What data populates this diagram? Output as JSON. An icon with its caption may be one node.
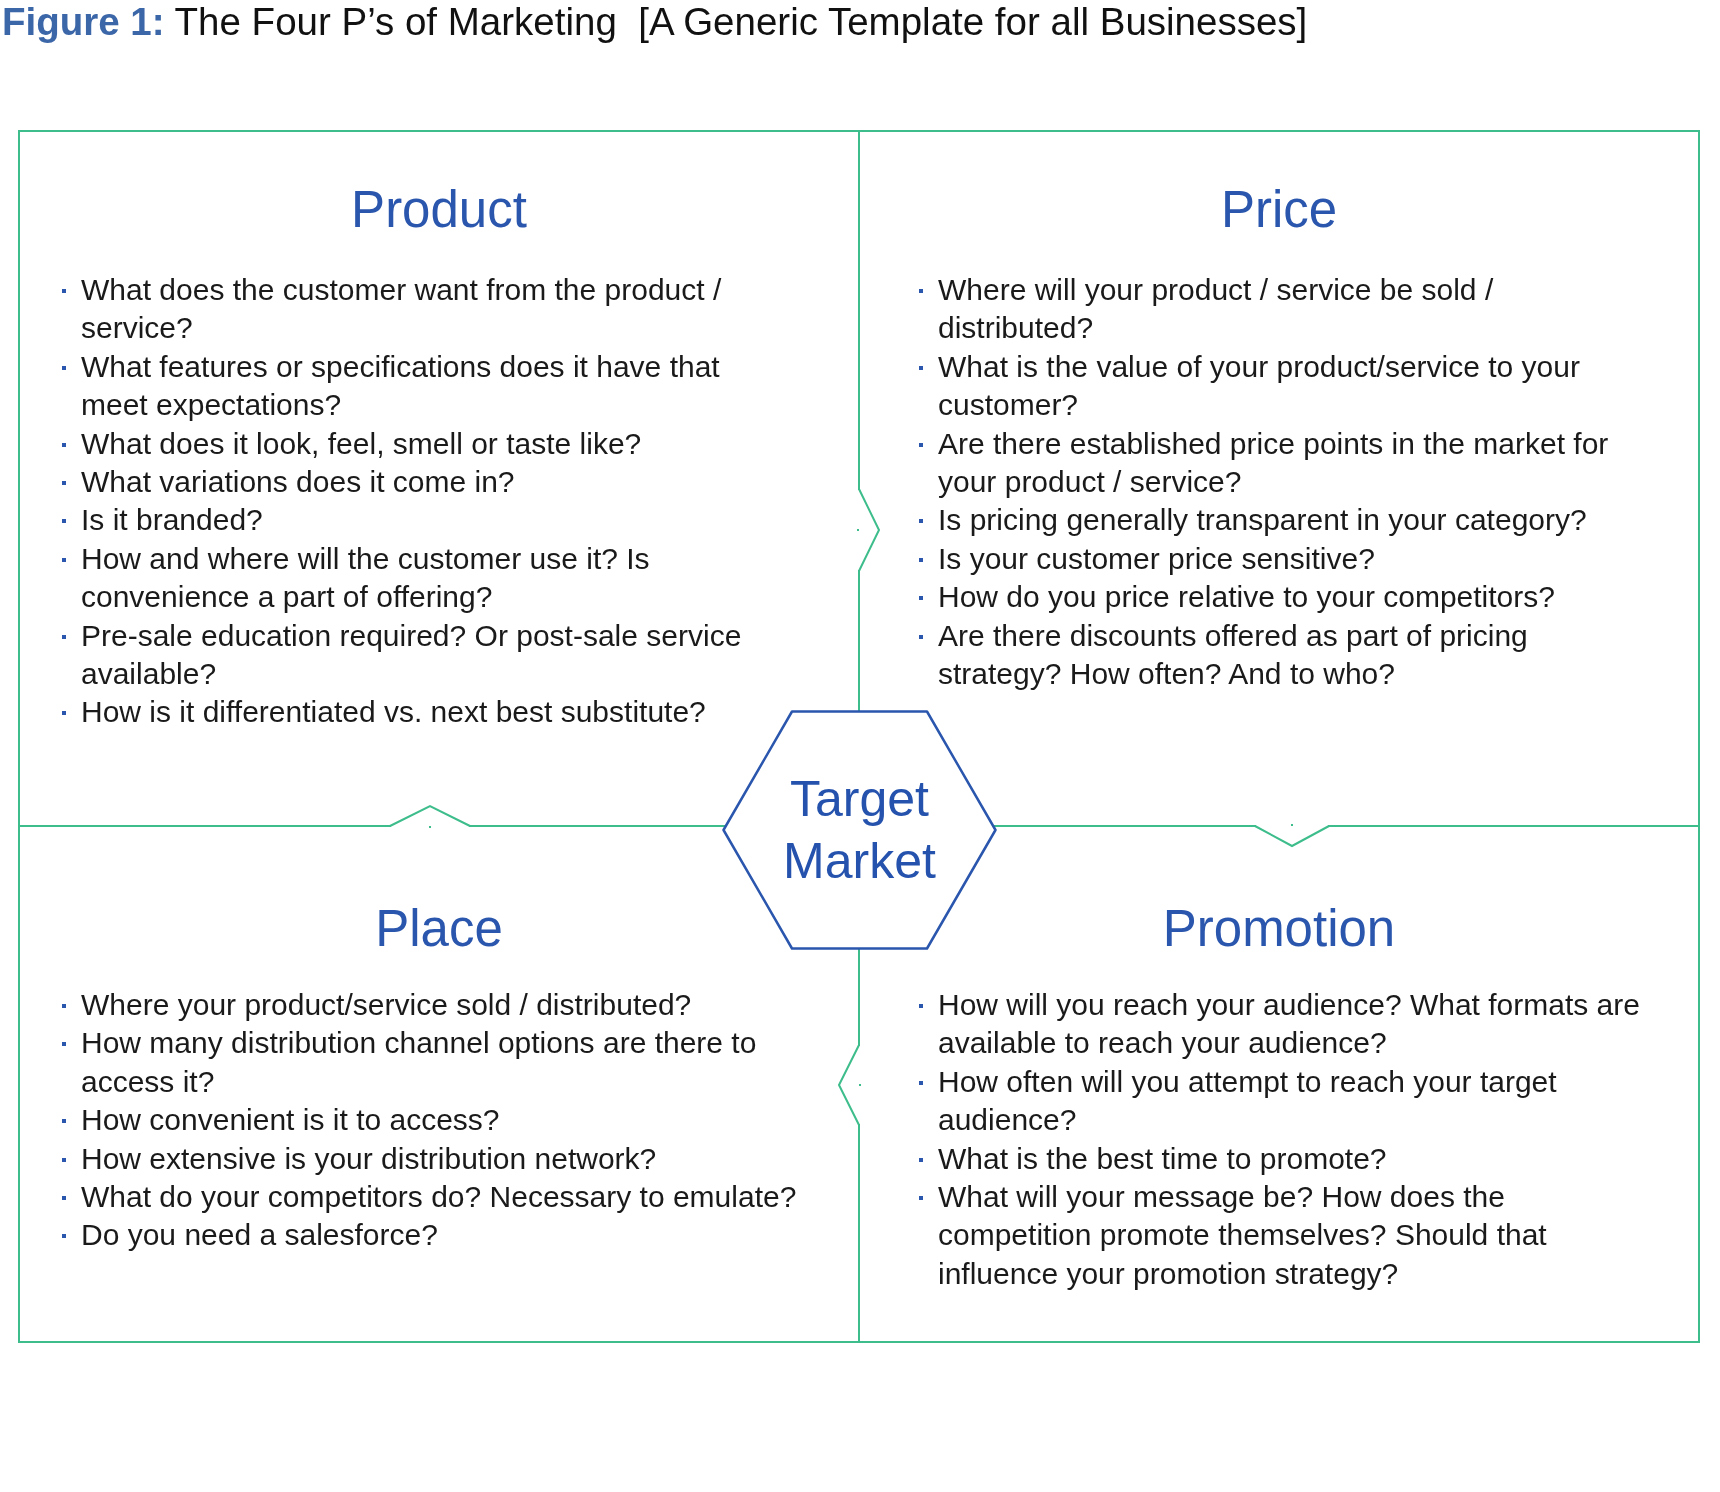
{
  "diagram": {
    "title": "**Figure 1:** The Four P’s of Marketing  [A Generic Template for all Businesses]",
    "nodes": [
      {
        "text": [
          "Product",
          "What does the customer want from the product / service?",
          "What features or specifications does it have that meet expectations?",
          "What does it look, feel, smell or taste like?",
          "What variations does it come in?",
          "Is it branded?",
          "How and where will the customer use it? Is convenience a part of offering?",
          "Pre-sale education required? Or post-sale service available?",
          "How is it differentiated vs. next best substitute?"
        ]
      },
      {
        "text": [
          "Price",
          "Where will your product / service be sold / distributed?",
          "What is the value of your product/service to your customer?",
          "Are there established price points in the market for your product / service?",
          "Is pricing generally transparent in your category?",
          "Is your customer price sensitive?",
          "How do you price relative to your competitors?",
          "Are there discounts offered as part of pricing strategy? How often? And to who?"
        ]
      },
      {
        "text": [
          "Target Market"
        ]
      },
      {
        "text": [
          "Place",
          "Where your product/service sold / distributed?",
          "How many distribution channel options are there to access it?",
          "How convenient is it to access?",
          "How extensive is your distribution network?",
          "What do your competitors do? Necessary to emulate?",
          "Do you need a salesforce?"
        ]
      },
      {
        "text": [
          "Promotion",
          "How will you reach your audience? What formats are available to reach your audience?",
          "How often will you attempt to reach your target audience?",
          "What is the best time to promote?",
          "What will your message be? How does the competition promote themselves? Should that influence your promotion strategy?"
        ]
      }
    ],
    "edges": [
      {
        "from": 0,
        "to": 1,
        "arrow": "to"
      },
      {
        "from": 1,
        "to": 4,
        "arrow": "to"
      },
      {
        "from": 4,
        "to": 3,
        "arrow": "to"
      },
      {
        "from": 3,
        "to": 0,
        "arrow": "to"
      }
    ]
  }
}
